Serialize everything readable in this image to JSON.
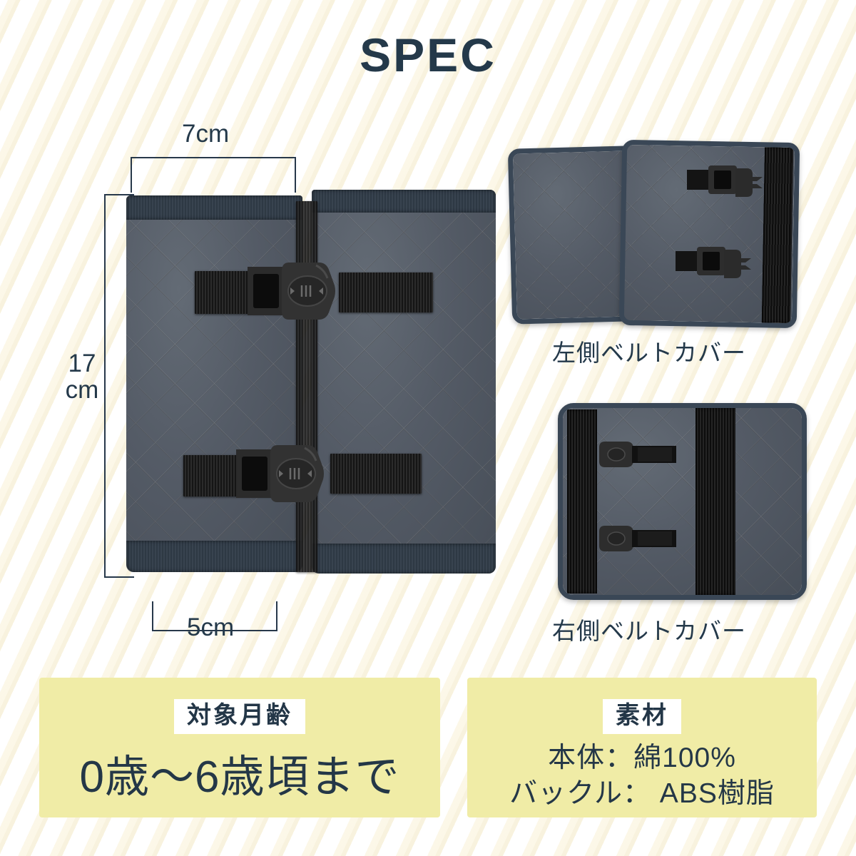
{
  "page": {
    "title": "SPEC",
    "accent_color": "#24394a",
    "card_color": "#f0eca6",
    "background": "diagonal cream stripes on white"
  },
  "dimensions": {
    "width_top": "7cm",
    "height": "17\ncm",
    "height_line1": "17",
    "height_line2": "cm",
    "width_bottom": "5cm"
  },
  "photos": {
    "main": {
      "name": "belt-cover-pair-front",
      "fabric_color": "#545b66",
      "binding_color": "#38434f",
      "strap_color": "#151515"
    },
    "left_cover": {
      "caption": "左側ベルトカバー"
    },
    "right_cover": {
      "caption": "右側ベルトカバー"
    }
  },
  "cards": {
    "age": {
      "tag": "対象月齢",
      "value": "0歳〜6歳頃まで"
    },
    "material": {
      "tag": "素材",
      "line1": "本体：綿100%",
      "line2": "バックル： ABS樹脂"
    }
  }
}
